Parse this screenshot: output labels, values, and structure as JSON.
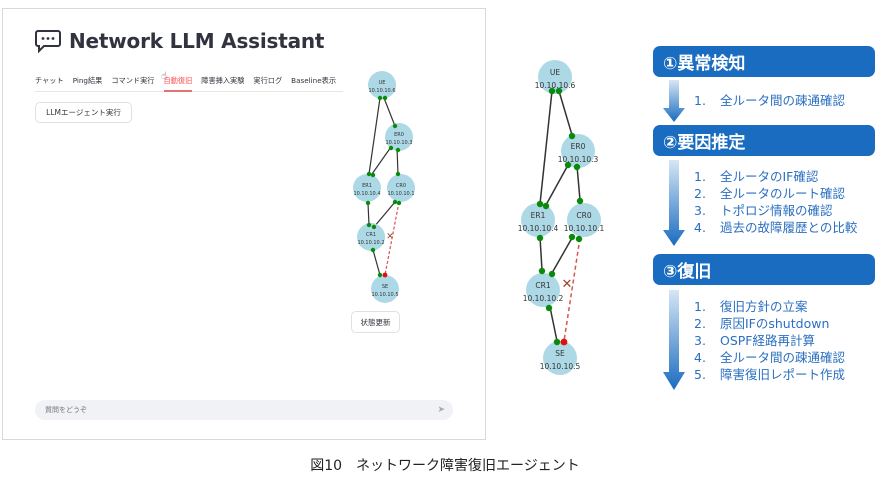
{
  "app": {
    "title": "Network LLM Assistant",
    "tabs": [
      {
        "label": "チャット",
        "active": false
      },
      {
        "label": "Ping結果",
        "active": false
      },
      {
        "label": "コマンド実行",
        "active": false
      },
      {
        "label": "自動復旧",
        "active": true
      },
      {
        "label": "障害挿入実験",
        "active": false
      },
      {
        "label": "実行ログ",
        "active": false
      },
      {
        "label": "Baseline表示",
        "active": false
      }
    ],
    "llm_agent_button": "LLMエージェント実行",
    "status_update_button": "状態更新",
    "chat_input_placeholder": "質問をどうぞ",
    "icons": {
      "title": "chat-bubble-icon",
      "send": "send-arrow-icon",
      "cursor": "hand-pointer-icon"
    }
  },
  "topology": {
    "nodes": [
      {
        "name": "UE",
        "ip": "10.10.10.6"
      },
      {
        "name": "ER0",
        "ip": "10.10.10.3"
      },
      {
        "name": "ER1",
        "ip": "10.10.10.4"
      },
      {
        "name": "CR0",
        "ip": "10.10.10.1"
      },
      {
        "name": "CR1",
        "ip": "10.10.10.2"
      },
      {
        "name": "SE",
        "ip": "10.10.10.5"
      }
    ],
    "links": [
      {
        "from": "UE",
        "to": "ER0",
        "status": "up"
      },
      {
        "from": "UE",
        "to": "ER1",
        "status": "up"
      },
      {
        "from": "ER0",
        "to": "ER1",
        "status": "up"
      },
      {
        "from": "ER0",
        "to": "CR0",
        "status": "up"
      },
      {
        "from": "ER1",
        "to": "CR1",
        "status": "up"
      },
      {
        "from": "CR0",
        "to": "CR1",
        "status": "up"
      },
      {
        "from": "CR1",
        "to": "SE",
        "status": "up"
      },
      {
        "from": "CR0",
        "to": "SE",
        "status": "down"
      }
    ],
    "colors": {
      "node": "#add8e6",
      "port_up": "#0a8a0a",
      "port_down": "#e01010",
      "link_down": "#d9534f",
      "fault_mark": "#a0402a"
    }
  },
  "flow": {
    "stages": [
      {
        "title": "①異常検知",
        "steps": [
          "全ルータ間の疎通確認"
        ]
      },
      {
        "title": "②要因推定",
        "steps": [
          "全ルータのIF確認",
          "全ルータのルート確認",
          "トポロジ情報の確認",
          "過去の故障履歴との比較"
        ]
      },
      {
        "title": "③復旧",
        "steps": [
          "復旧方針の立案",
          "原因IFのshutdown",
          "OSPF経路再計算",
          "全ルータ間の疎通確認",
          "障害復旧レポート作成"
        ]
      }
    ],
    "colors": {
      "stage_bg": "#1a6cc0",
      "step_text": "#2a6fc0"
    }
  },
  "caption": "図10　ネットワーク障害復旧エージェント"
}
